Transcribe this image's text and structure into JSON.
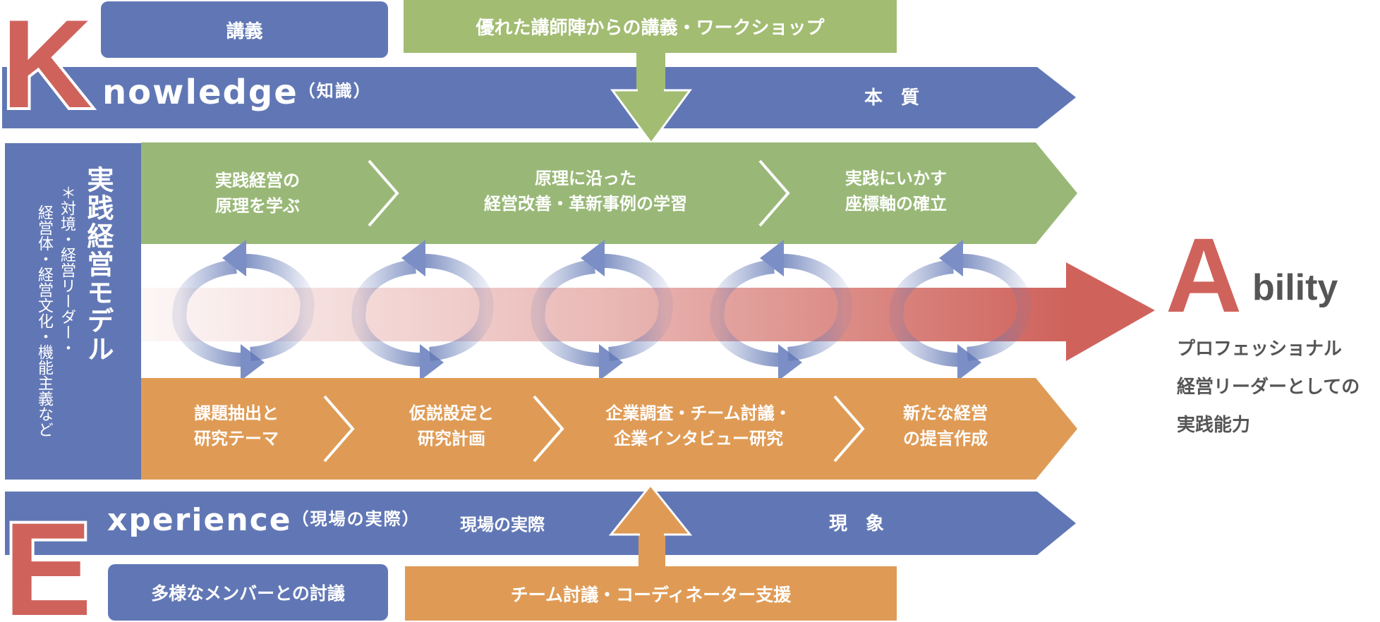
{
  "colors": {
    "blue": "#6177b5",
    "green": "#99b877",
    "orange": "#df9b55",
    "red": "#cf635c",
    "gray_text": "#555555"
  },
  "knowledge": {
    "letter": "K",
    "word": "nowledge",
    "paren": "（知識）",
    "lecture_box": "講義",
    "input_box": "優れた講師陣からの講義・ワークショップ",
    "band_label": "本　質"
  },
  "model": {
    "title": "実践経営モデル",
    "note_line1": "＊対境・経営リーダー・",
    "note_line2": "経営体・経営文化・機能主義など"
  },
  "green_steps": [
    {
      "line1": "実践経営の",
      "line2": "原理を学ぶ"
    },
    {
      "line1": "原理に沿った",
      "line2": "経営改善・革新事例の学習"
    },
    {
      "line1": "実践にいかす",
      "line2": "座標軸の確立"
    }
  ],
  "orange_steps": [
    {
      "line1": "課題抽出と",
      "line2": "研究テーマ"
    },
    {
      "line1": "仮説設定と",
      "line2": "研究計画"
    },
    {
      "line1": "企業調査・チーム討議・",
      "line2": "企業インタビュー研究"
    },
    {
      "line1": "新たな経営",
      "line2": "の提言作成"
    }
  ],
  "cycles": {
    "count": 5,
    "icon": "cycle-arrows-icon"
  },
  "experience": {
    "letter": "E",
    "word": "xperience",
    "paren": "（現場の実際）",
    "subtitle": "現場の実際",
    "band_label": "現　象",
    "members_box": "多様なメンバーとの討議",
    "support_box": "チーム討議・コーディネーター支援"
  },
  "ability": {
    "letter": "A",
    "word": "bility",
    "line1": "プロフェッショナル",
    "line2": "経営リーダーとしての",
    "line3": "実践能力"
  }
}
